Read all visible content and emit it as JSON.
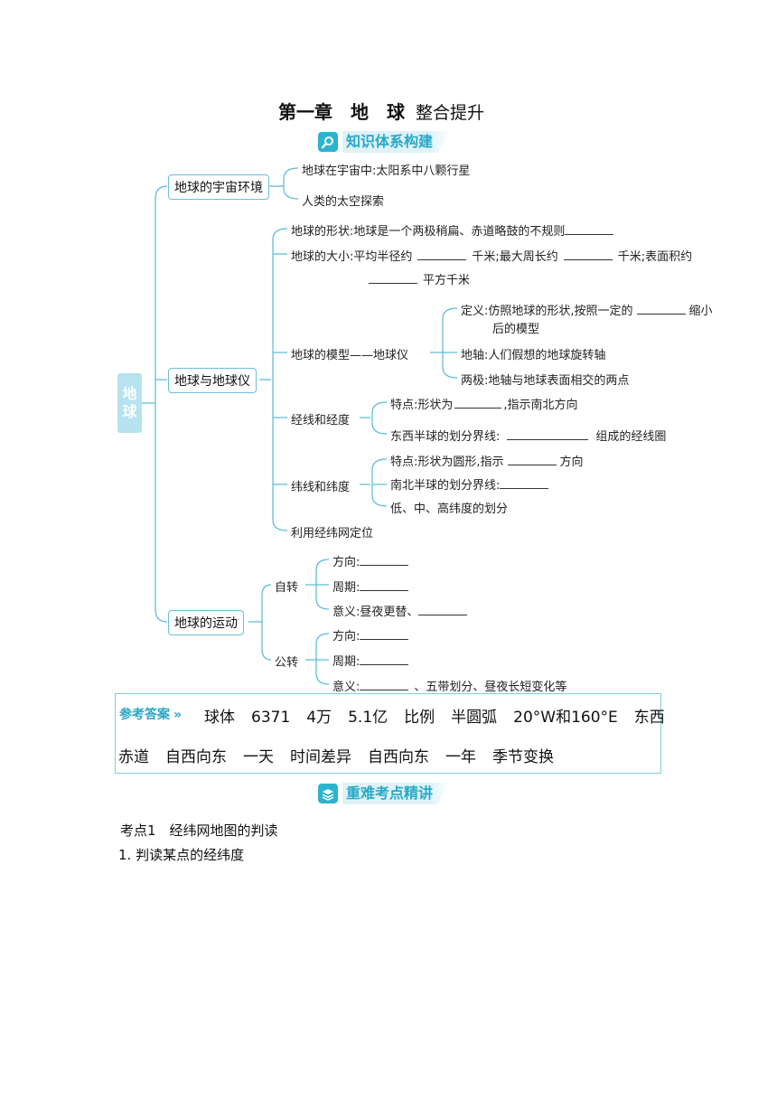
{
  "title": {
    "main": "第一章　地　球",
    "sub": "整合提升"
  },
  "banner1": {
    "label": "知识体系构建",
    "icon": "wrench-gear-icon"
  },
  "banner2": {
    "label": "重难考点精讲",
    "icon": "stack-layers-icon"
  },
  "root": {
    "char1": "地",
    "char2": "球"
  },
  "branches": {
    "universe": {
      "label": "地球的宇宙环境",
      "items": [
        "地球在宇宙中:太阳系中八颗行星",
        "人类的太空探索"
      ]
    },
    "globe": {
      "label": "地球与地球仪",
      "shape": "地球的形状:地球是一个两极稍扁、赤道略鼓的不规则",
      "size1": "地球的大小:平均半径约",
      "size_km": "千米;最大周长约",
      "size_km2": "千米;表面积约",
      "size3": "平方千米",
      "model": "地球的模型——地球仪",
      "model_def1": "定义:仿照地球的形状,按照一定的",
      "model_def1b": "缩小",
      "model_def2": "后的模型",
      "model_axis": "地轴:人们假想的地球旋转轴",
      "model_poles": "两极:地轴与地球表面相交的两点",
      "meridian": "经线和经度",
      "meridian_feature": "特点:形状为",
      "meridian_feature_b": ",指示南北方向",
      "meridian_divide": "东西半球的划分界线:",
      "meridian_divide_b": "组成的经线圈",
      "parallel": "纬线和纬度",
      "parallel_feature": "特点:形状为圆形,指示",
      "parallel_feature_b": "方向",
      "parallel_divide": "南北半球的划分界线:",
      "parallel_levels": "低、中、高纬度的划分",
      "grid": "利用经纬网定位"
    },
    "motion": {
      "label": "地球的运动",
      "rotation": "自转",
      "revolution": "公转",
      "rot_dir": "方向:",
      "rot_period": "周期:",
      "rot_meaning": "意义:昼夜更替、",
      "rev_dir": "方向:",
      "rev_period": "周期:",
      "rev_meaning": "意义:",
      "rev_meaning_b": "、五带划分、昼夜长短变化等"
    }
  },
  "answers": {
    "label": "参考答案",
    "row1": [
      "球体",
      "6371",
      "4万",
      "5.1亿",
      "比例",
      "半圆弧",
      "20°W和160°E",
      "东西"
    ],
    "row2": [
      "赤道",
      "自西向东",
      "一天",
      "时间差异",
      "自西向东",
      "一年",
      "季节变换"
    ]
  },
  "section": {
    "heading": "考点1　经纬网地图的判读",
    "item1": "1. 判读某点的经纬度"
  }
}
